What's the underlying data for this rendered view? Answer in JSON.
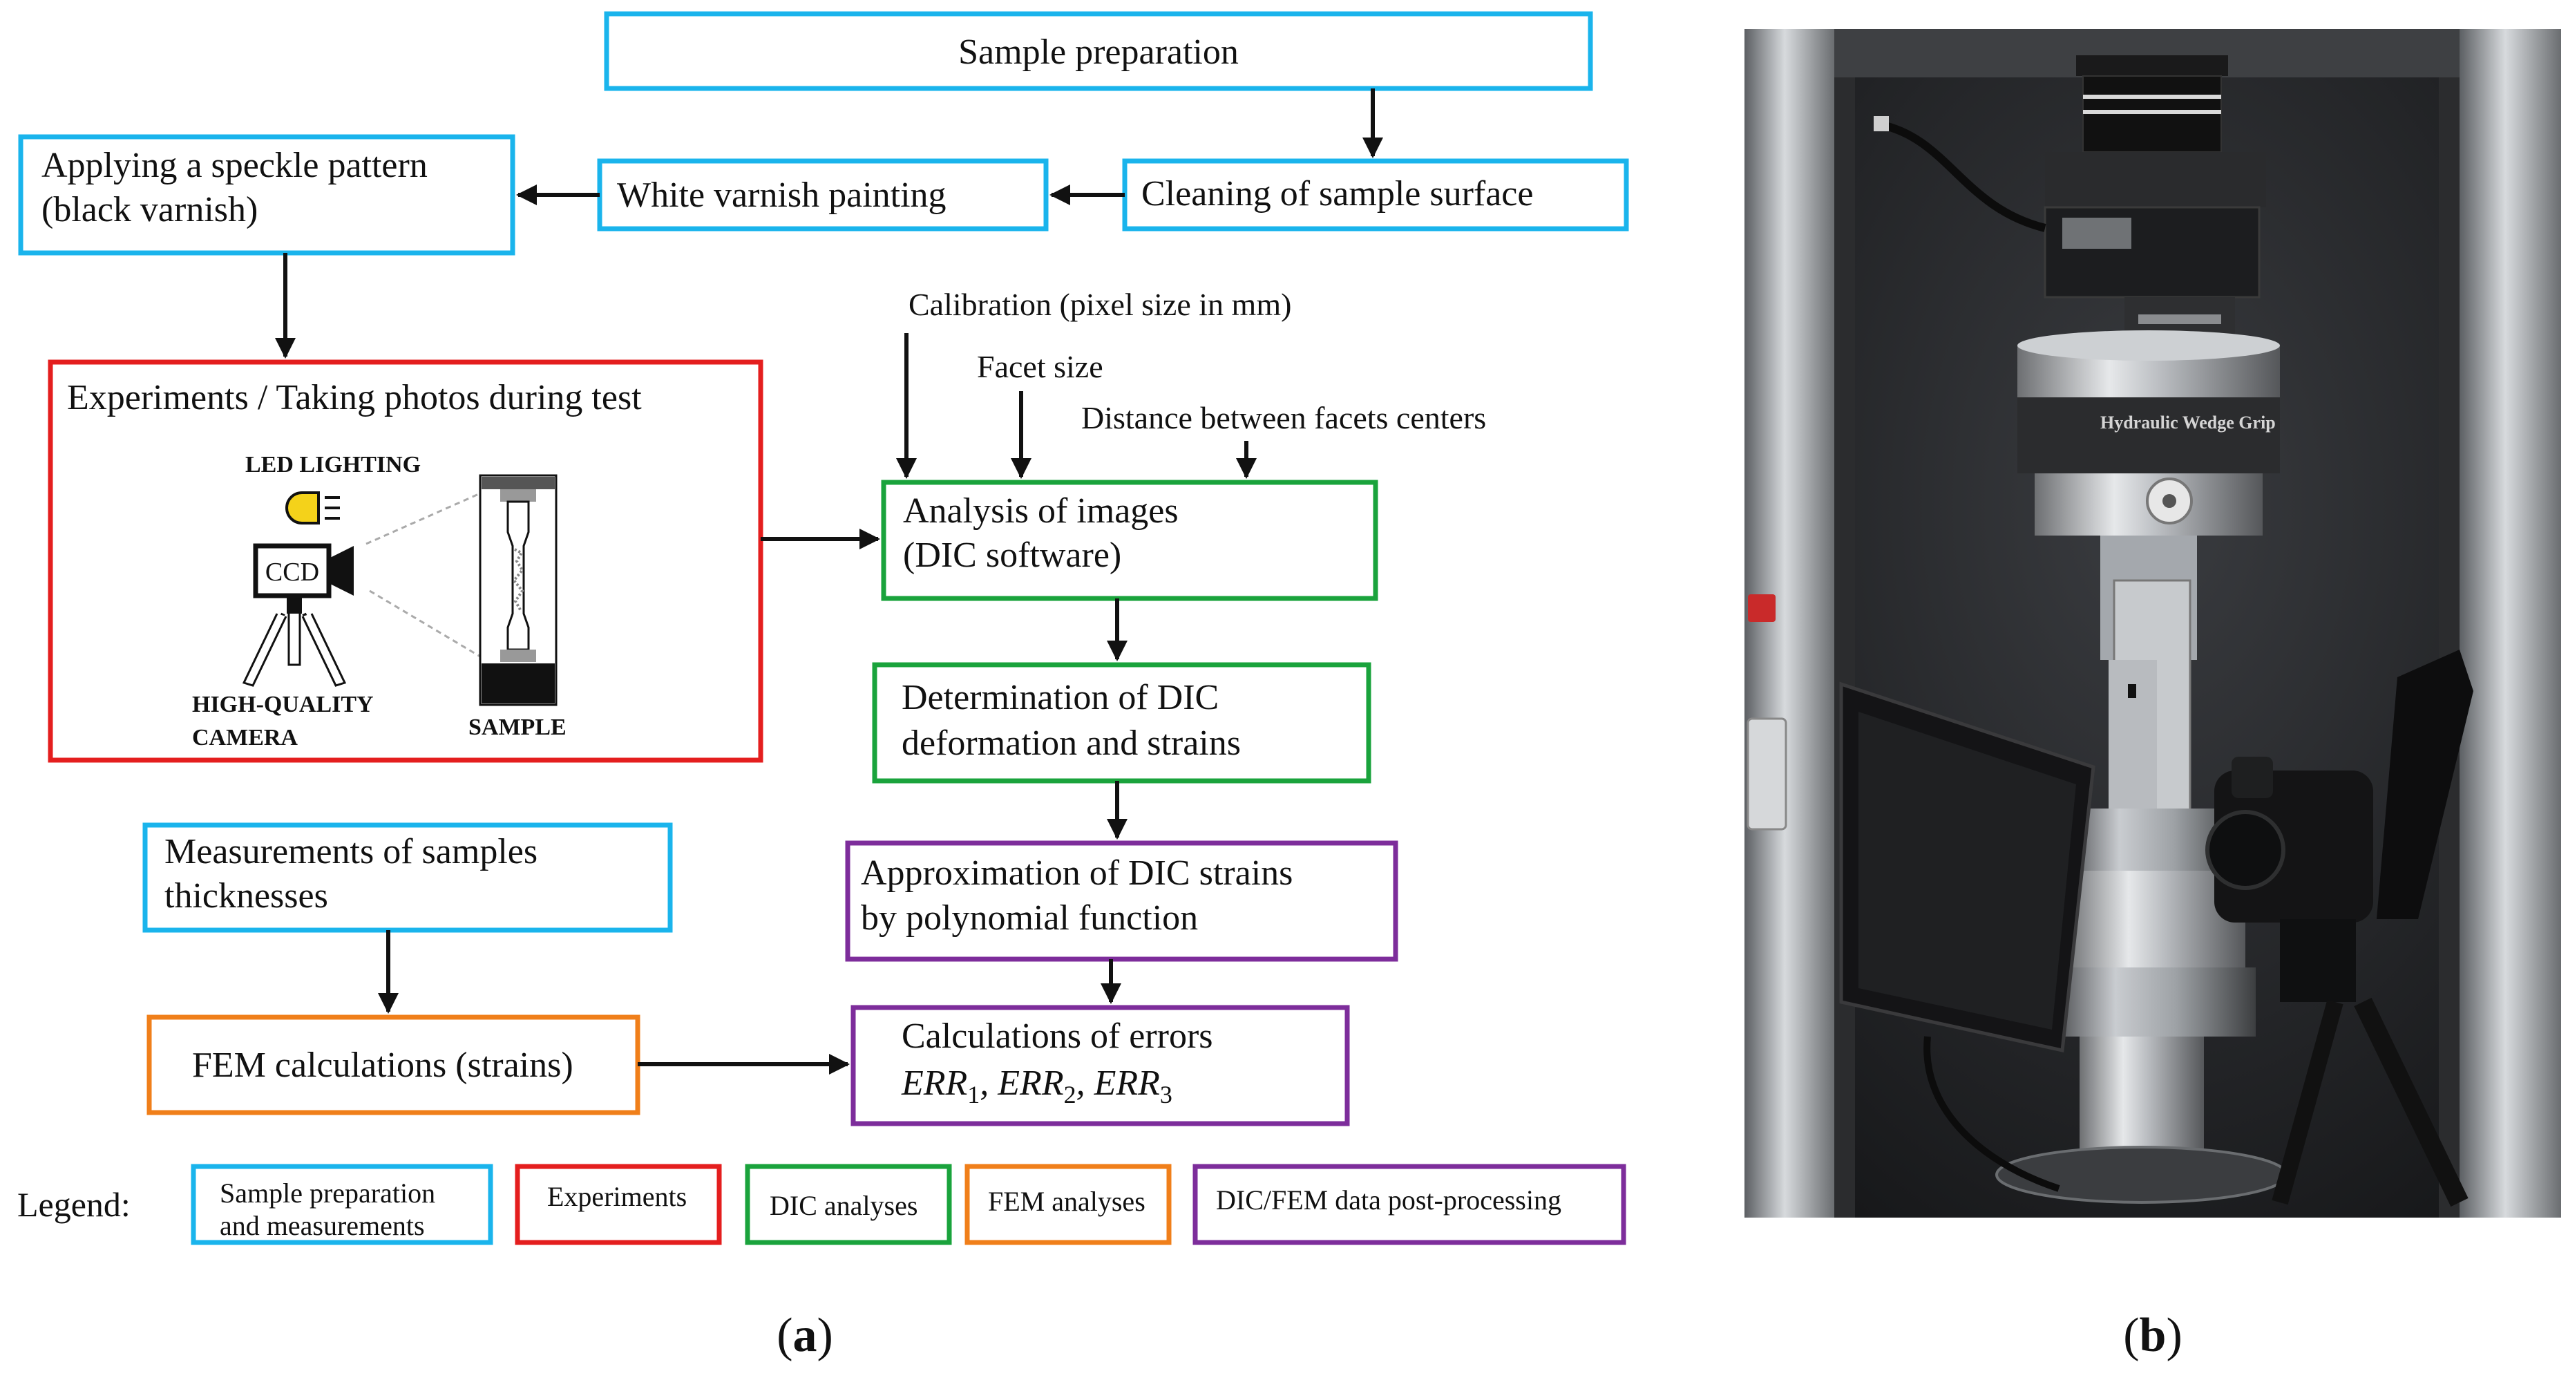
{
  "colors": {
    "prep": "#1ab4ec",
    "experiments": "#e41e1e",
    "dic": "#1aa33c",
    "fem": "#f07f1a",
    "post": "#7d2d9b",
    "arrow": "#111111"
  },
  "boxes": {
    "sample_preparation": "Sample preparation",
    "cleaning": "Cleaning of sample  surface",
    "white_varnish": "White varnish painting",
    "speckle_line1": "Applying a speckle pattern",
    "speckle_line2": "(black varnish)",
    "experiments_title": "Experiments / Taking photos during test",
    "analysis_line1": "Analysis of images",
    "analysis_line2": "(DIC software)",
    "determination_line1": "Determination of DIC",
    "determination_line2": "deformation and strains",
    "approximation_line1": "Approximation of DIC strains",
    "approximation_line2": "by polynomial function",
    "measurements_line1": "Measurements of samples",
    "measurements_line2": "thicknesses",
    "fem_calc": "FEM calculations (strains)",
    "errors_line1": "Calculations of errors"
  },
  "errors": {
    "base": "ERR",
    "sub1": "1",
    "sub2": "2",
    "sub3": "3"
  },
  "inputs": {
    "calibration": "Calibration (pixel size in mm)",
    "facet_size": "Facet size",
    "facet_distance": "Distance between facets centers"
  },
  "illustration": {
    "led": "LED LIGHTING",
    "ccd": "CCD",
    "camera_line1": "HIGH-QUALITY",
    "camera_line2": "CAMERA",
    "sample": "SAMPLE"
  },
  "legend": {
    "title": "Legend:",
    "prep_line1": "Sample preparation",
    "prep_line2": "and measurements",
    "experiments": "Experiments",
    "dic": "DIC analyses",
    "fem": "FEM analyses",
    "post": "DIC/FEM data post-processing"
  },
  "panels": {
    "a_letter": "a",
    "b_letter": "b"
  },
  "photo": {
    "grip_label": "Hydraulic Wedge Grip"
  }
}
